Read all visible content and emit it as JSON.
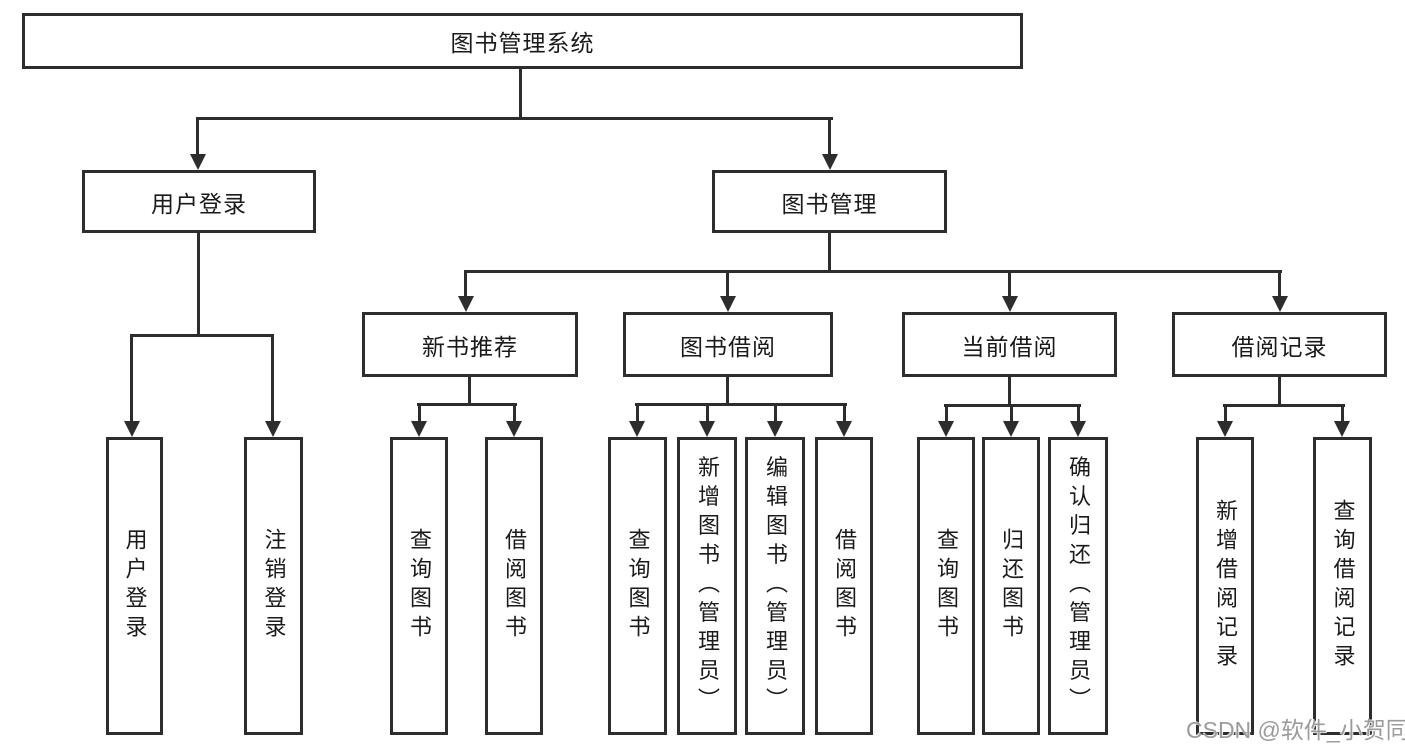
{
  "diagram": {
    "root": {
      "label": "图书管理系统"
    },
    "branches": [
      {
        "label": "用户登录",
        "children": [
          {
            "label": "用户登录"
          },
          {
            "label": "注销登录"
          }
        ]
      },
      {
        "label": "图书管理",
        "children": [
          {
            "label": "新书推荐",
            "children": [
              {
                "label": "查询图书"
              },
              {
                "label": "借阅图书"
              }
            ]
          },
          {
            "label": "图书借阅",
            "children": [
              {
                "label": "查询图书"
              },
              {
                "label": "新增图书（管理员）"
              },
              {
                "label": "编辑图书（管理员）"
              },
              {
                "label": "借阅图书"
              }
            ]
          },
          {
            "label": "当前借阅",
            "children": [
              {
                "label": "查询图书"
              },
              {
                "label": "归还图书"
              },
              {
                "label": "确认归还（管理员）"
              }
            ]
          },
          {
            "label": "借阅记录",
            "children": [
              {
                "label": "新增借阅记录"
              },
              {
                "label": "查询借阅记录"
              }
            ]
          }
        ]
      }
    ],
    "line_color": "#2d2d2d",
    "background_color": "#ffffff"
  },
  "watermark": {
    "text": "CSDN @软件_小贺同学",
    "color": "#9b9b9b"
  }
}
